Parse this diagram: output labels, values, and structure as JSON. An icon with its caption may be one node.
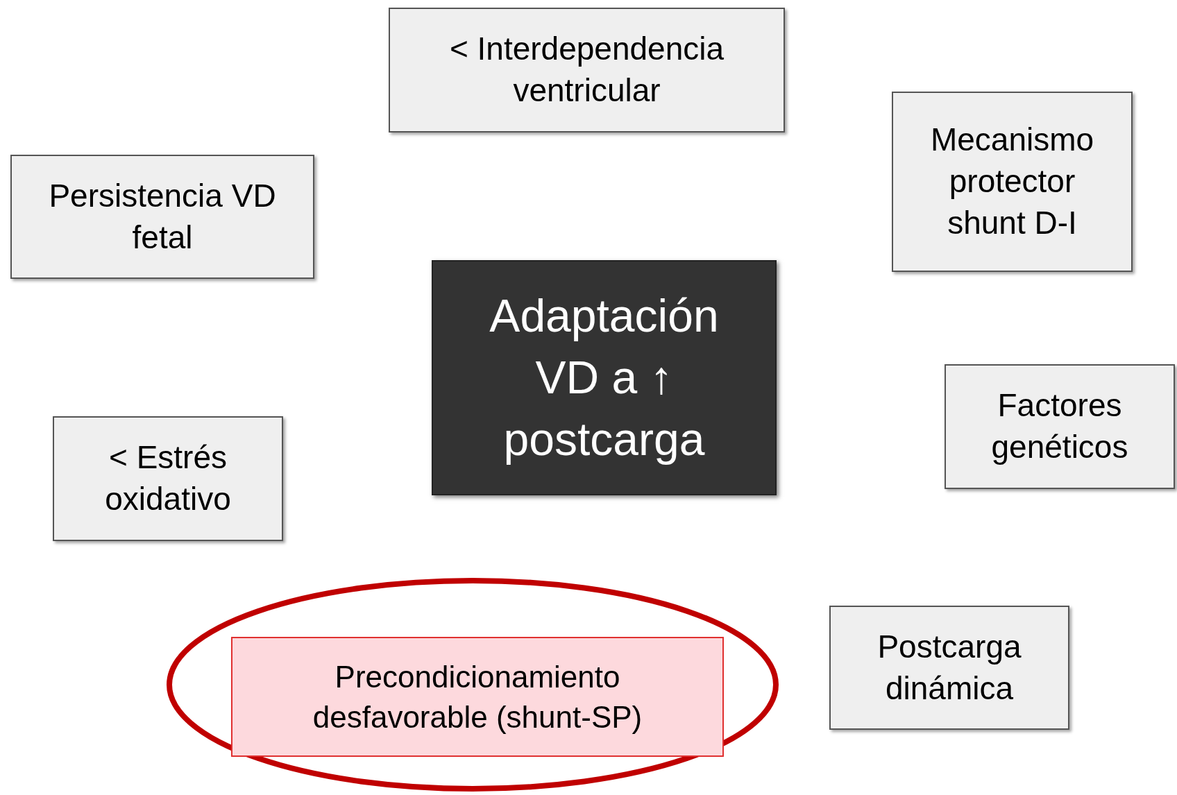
{
  "diagram": {
    "nodes": [
      {
        "text": [
          "< Interdependencia ventricular"
        ]
      },
      {
        "text": [
          "Persistencia VD fetal"
        ]
      },
      {
        "text": [
          "Mecanismo protector shunt D-I"
        ]
      },
      {
        "text": [
          "Adaptación VD a ↑ postcarga"
        ]
      },
      {
        "text": [
          "Factores genéticos"
        ]
      },
      {
        "text": [
          "< Estrés oxidativo"
        ]
      },
      {
        "text": [],
        "shape": "ellipse"
      },
      {
        "text": [
          "Precondicionamiento desfavorable (shunt-SP)"
        ],
        "in": 6
      },
      {
        "text": [
          "Postcarga dinámica"
        ]
      }
    ]
  }
}
